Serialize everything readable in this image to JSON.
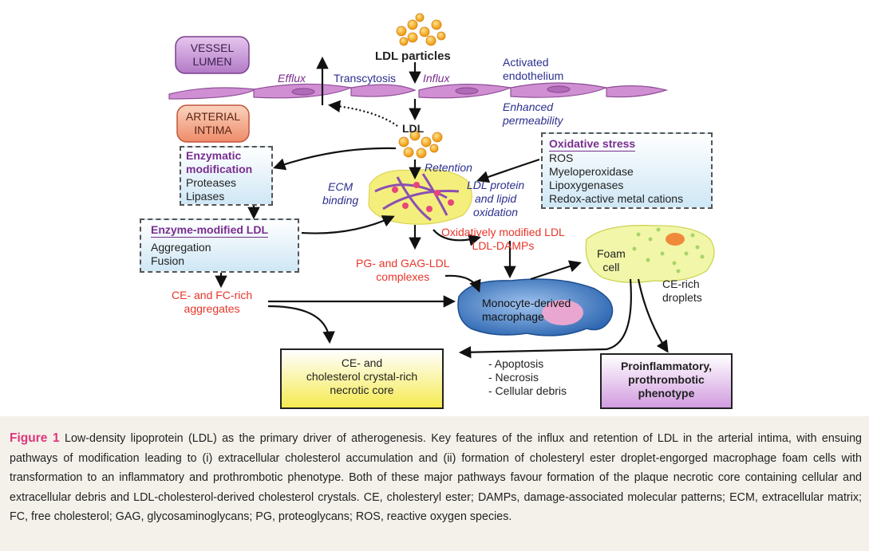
{
  "labels": {
    "vessel_lumen": "VESSEL\nLUMEN",
    "arterial_intima": "ARTERIAL\nINTIMA",
    "ldl_particles": "LDL particles",
    "efflux": "Efflux",
    "transcytosis": "Transcytosis",
    "influx": "Influx",
    "activated_endothelium": "Activated\nendothelium",
    "enhanced_permeability": "Enhanced\npermeability",
    "ldl": "LDL",
    "retention": "Retention",
    "ecm_binding": "ECM\nbinding",
    "ldl_oxidation": "LDL protein\nand lipid\noxidation",
    "enzymatic_title": "Enzymatic\nmodification",
    "enzymatic_items": "Proteases\nLipases",
    "enzyme_ldl_title": "Enzyme-modified LDL",
    "enzyme_ldl_items": "Aggregation\nFusion",
    "oxidative_title": "Oxidative stress",
    "oxidative_items": "ROS\nMyeloperoxidase\nLipoxygenases\nRedox-active metal cations",
    "ox_ldl": "Oxidatively modified LDL\nLDL-DAMPs",
    "pg_gag": "PG- and GAG-LDL\ncomplexes",
    "ce_fc": "CE- and FC-rich\naggregates",
    "macrophage": "Monocyte-derived\nmacrophage",
    "foam_cell": "Foam\ncell",
    "ce_droplets": "CE-rich\ndroplets",
    "necrotic_core": "CE- and\ncholesterol crystal-rich\nnecrotic core",
    "apoptosis": "- Apoptosis\n- Necrosis\n- Cellular debris",
    "phenotype": "Proinflammatory,\nprothrombotic\nphenotype"
  },
  "caption": {
    "figure_label": "Figure 1",
    "text": "Low-density lipoprotein (LDL) as the primary driver of atherogenesis. Key features of the influx and retention of LDL in the arterial intima, with ensuing pathways of modification leading to (i) extracellular cholesterol accumulation and (ii) formation of cholesteryl ester droplet-engorged macrophage foam cells with transformation to an inflammatory and prothrombotic phenotype. Both of these major pathways favour formation of the plaque necrotic core containing cellular and extracellular debris and LDL-cholesterol-derived cholesterol crystals. CE, cholesteryl ester; DAMPs, damage-associated molecular patterns; ECM, extracellular matrix; FC, free cholesterol; GAG, glycosaminoglycans; PG, proteoglycans; ROS, reactive oxygen species."
  },
  "colors": {
    "lumen_fill": "#c89ad6",
    "intima_fill": "#f3a98a",
    "endothelium": "#c57cc8",
    "ldl_particle": "#f2a21c",
    "ecm_blob": "#f4ee7c",
    "macrophage": "#4f86c6",
    "foam_cell": "#f0f5a8",
    "necrotic_core": "#f7ef6a",
    "phenotype": "#d7a8e0",
    "caption_highlight": "#e0357a"
  }
}
